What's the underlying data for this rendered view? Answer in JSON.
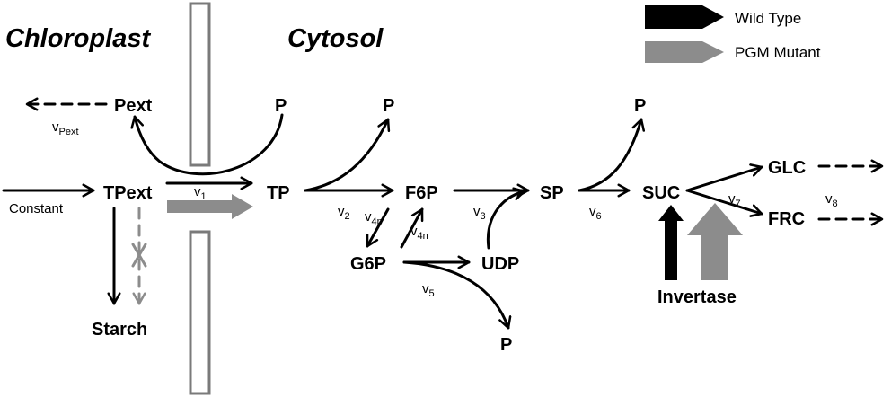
{
  "titles": {
    "chloroplast": "Chloroplast",
    "cytosol": "Cytosol"
  },
  "legend": {
    "wild_type": "Wild Type",
    "pgm_mutant": "PGM Mutant",
    "wild_type_color": "#000000",
    "pgm_mutant_color": "#8c8c8c"
  },
  "nodes": {
    "pext": "Pext",
    "p_tp": "P",
    "tpext": "TPext",
    "tp": "TP",
    "p_cyt": "P",
    "f6p": "F6P",
    "g6p": "G6P",
    "udp": "UDP",
    "p_g6p": "P",
    "sp": "SP",
    "p_sp": "P",
    "suc": "SUC",
    "glc": "GLC",
    "frc": "FRC",
    "starch": "Starch"
  },
  "labels": {
    "constant": "Constant",
    "invertase": "Invertase"
  },
  "rates": [
    {
      "id": "v_pext",
      "base": "v",
      "sub": "Pext"
    },
    {
      "id": "v1",
      "base": "v",
      "sub": "1"
    },
    {
      "id": "v2",
      "base": "v",
      "sub": "2"
    },
    {
      "id": "v4p",
      "base": "v",
      "sub": "4p"
    },
    {
      "id": "v4n",
      "base": "v",
      "sub": "4n"
    },
    {
      "id": "v3",
      "base": "v",
      "sub": "3"
    },
    {
      "id": "v5",
      "base": "v",
      "sub": "5"
    },
    {
      "id": "v6",
      "base": "v",
      "sub": "6"
    },
    {
      "id": "v7",
      "base": "v",
      "sub": "7"
    },
    {
      "id": "v8",
      "base": "v",
      "sub": "8"
    }
  ]
}
